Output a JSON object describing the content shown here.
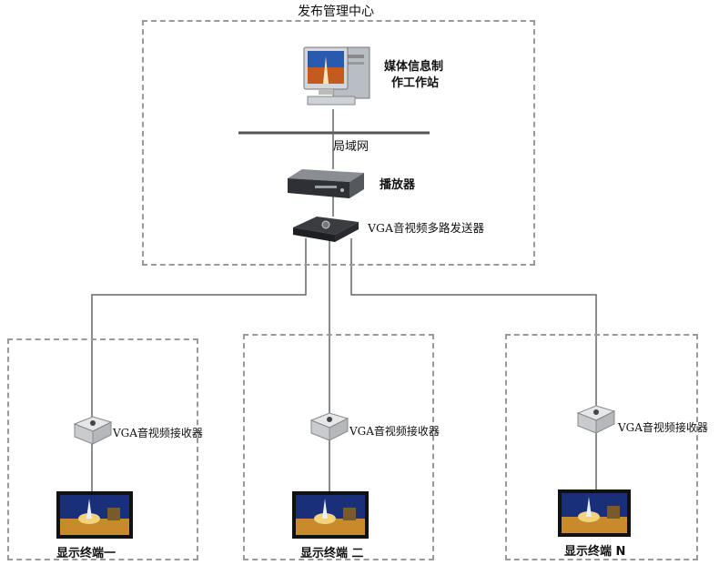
{
  "center": {
    "title": "发布管理中心",
    "workstation_line1": "媒体信息制",
    "workstation_line2": "作工作站",
    "lan": "局域网",
    "player": "播放器",
    "sender": "VGA音视频多路发送器"
  },
  "terminals": [
    {
      "receiver": "VGA音视频接收器",
      "label": "显示终端一"
    },
    {
      "receiver": "VGA音视频接收器",
      "label": "显示终端 二"
    },
    {
      "receiver": "VGA音视频接收器",
      "label": "显示终端 N"
    }
  ]
}
